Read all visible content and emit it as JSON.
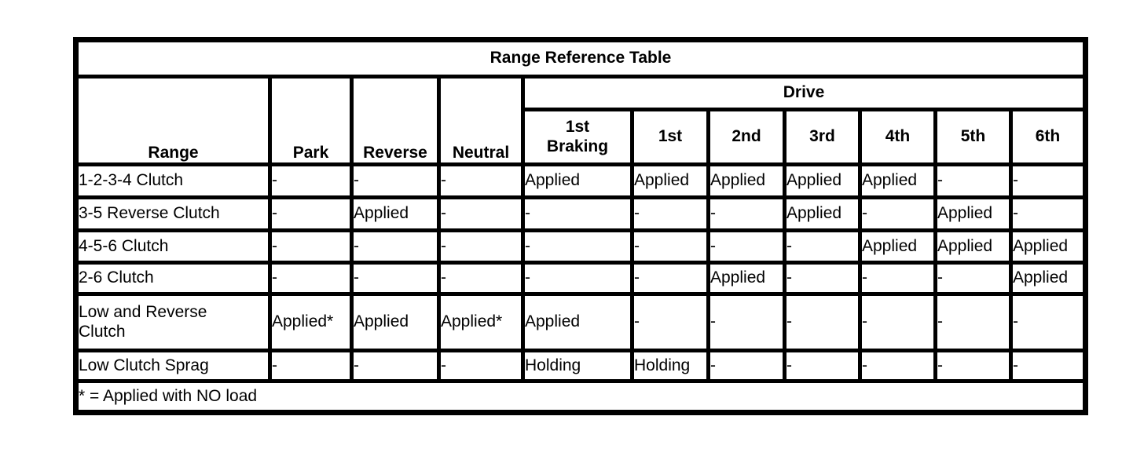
{
  "colors": {
    "border": "#000000",
    "text": "#000000",
    "background": "#ffffff"
  },
  "table": {
    "title": "Range Reference Table",
    "footnote": "* = Applied with NO load",
    "columns": {
      "range_header": "Range",
      "fixed": [
        "Park",
        "Reverse",
        "Neutral"
      ],
      "drive_group": "Drive",
      "drive": [
        "1st\nBraking",
        "1st",
        "2nd",
        "3rd",
        "4th",
        "5th",
        "6th"
      ]
    },
    "rows": [
      {
        "label": "1-2-3-4 Clutch",
        "values": [
          "-",
          "-",
          "-",
          "Applied",
          "Applied",
          "Applied",
          "Applied",
          "Applied",
          "-",
          "-"
        ]
      },
      {
        "label": "3-5 Reverse Clutch",
        "values": [
          "-",
          "Applied",
          "-",
          "-",
          "-",
          "-",
          "Applied",
          "-",
          "Applied",
          "-"
        ]
      },
      {
        "label": "4-5-6 Clutch",
        "values": [
          "-",
          "-",
          "-",
          "-",
          "-",
          "-",
          "-",
          "Applied",
          "Applied",
          "Applied"
        ]
      },
      {
        "label": "2-6 Clutch",
        "values": [
          "-",
          "-",
          "-",
          "-",
          "-",
          "Applied",
          "-",
          "-",
          "-",
          "Applied"
        ]
      },
      {
        "label": "Low and Reverse\nClutch",
        "values": [
          "Applied*",
          "Applied",
          "Applied*",
          "Applied",
          "-",
          "-",
          "-",
          "-",
          "-",
          "-"
        ]
      },
      {
        "label": "Low Clutch Sprag",
        "values": [
          "-",
          "-",
          "-",
          "Holding",
          "Holding",
          "-",
          "-",
          "-",
          "-",
          "-"
        ]
      }
    ]
  },
  "chart_data": {
    "type": "table",
    "title": "Range Reference Table",
    "column_headers": [
      "Range",
      "Park",
      "Reverse",
      "Neutral",
      "Drive: 1st Braking",
      "Drive: 1st",
      "Drive: 2nd",
      "Drive: 3rd",
      "Drive: 4th",
      "Drive: 5th",
      "Drive: 6th"
    ],
    "rows": [
      [
        "1-2-3-4 Clutch",
        "-",
        "-",
        "-",
        "Applied",
        "Applied",
        "Applied",
        "Applied",
        "Applied",
        "-",
        "-"
      ],
      [
        "3-5 Reverse Clutch",
        "-",
        "Applied",
        "-",
        "-",
        "-",
        "-",
        "Applied",
        "-",
        "Applied",
        "-"
      ],
      [
        "4-5-6 Clutch",
        "-",
        "-",
        "-",
        "-",
        "-",
        "-",
        "-",
        "Applied",
        "Applied",
        "Applied"
      ],
      [
        "2-6 Clutch",
        "-",
        "-",
        "-",
        "-",
        "-",
        "Applied",
        "-",
        "-",
        "-",
        "Applied"
      ],
      [
        "Low and Reverse Clutch",
        "Applied*",
        "Applied",
        "Applied*",
        "Applied",
        "-",
        "-",
        "-",
        "-",
        "-",
        "-"
      ],
      [
        "Low Clutch Sprag",
        "-",
        "-",
        "-",
        "Holding",
        "Holding",
        "-",
        "-",
        "-",
        "-",
        "-"
      ]
    ],
    "footnote": "* = Applied with NO load"
  }
}
